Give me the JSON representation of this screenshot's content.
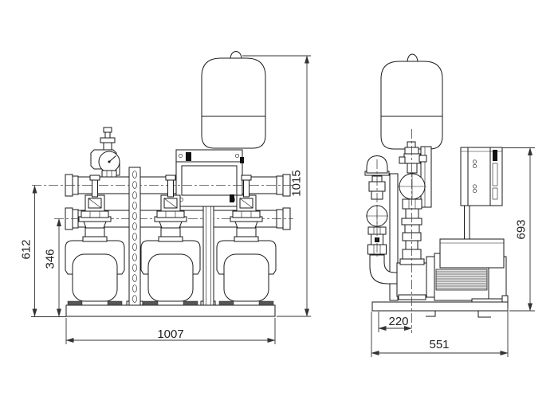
{
  "drawing": {
    "type": "pump-booster-set-dimensional-drawing",
    "colors": {
      "line": "#1a1a1a",
      "dimension": "#333333",
      "background": "#ffffff"
    },
    "dimensions": {
      "front_view": {
        "overall_width": "1007",
        "overall_height": "1015",
        "discharge_manifold_center_height": "612",
        "suction_manifold_center_height": "346"
      },
      "side_view": {
        "overall_depth": "551",
        "port_center_offset": "220",
        "cabinet_top_height": "693"
      }
    }
  }
}
